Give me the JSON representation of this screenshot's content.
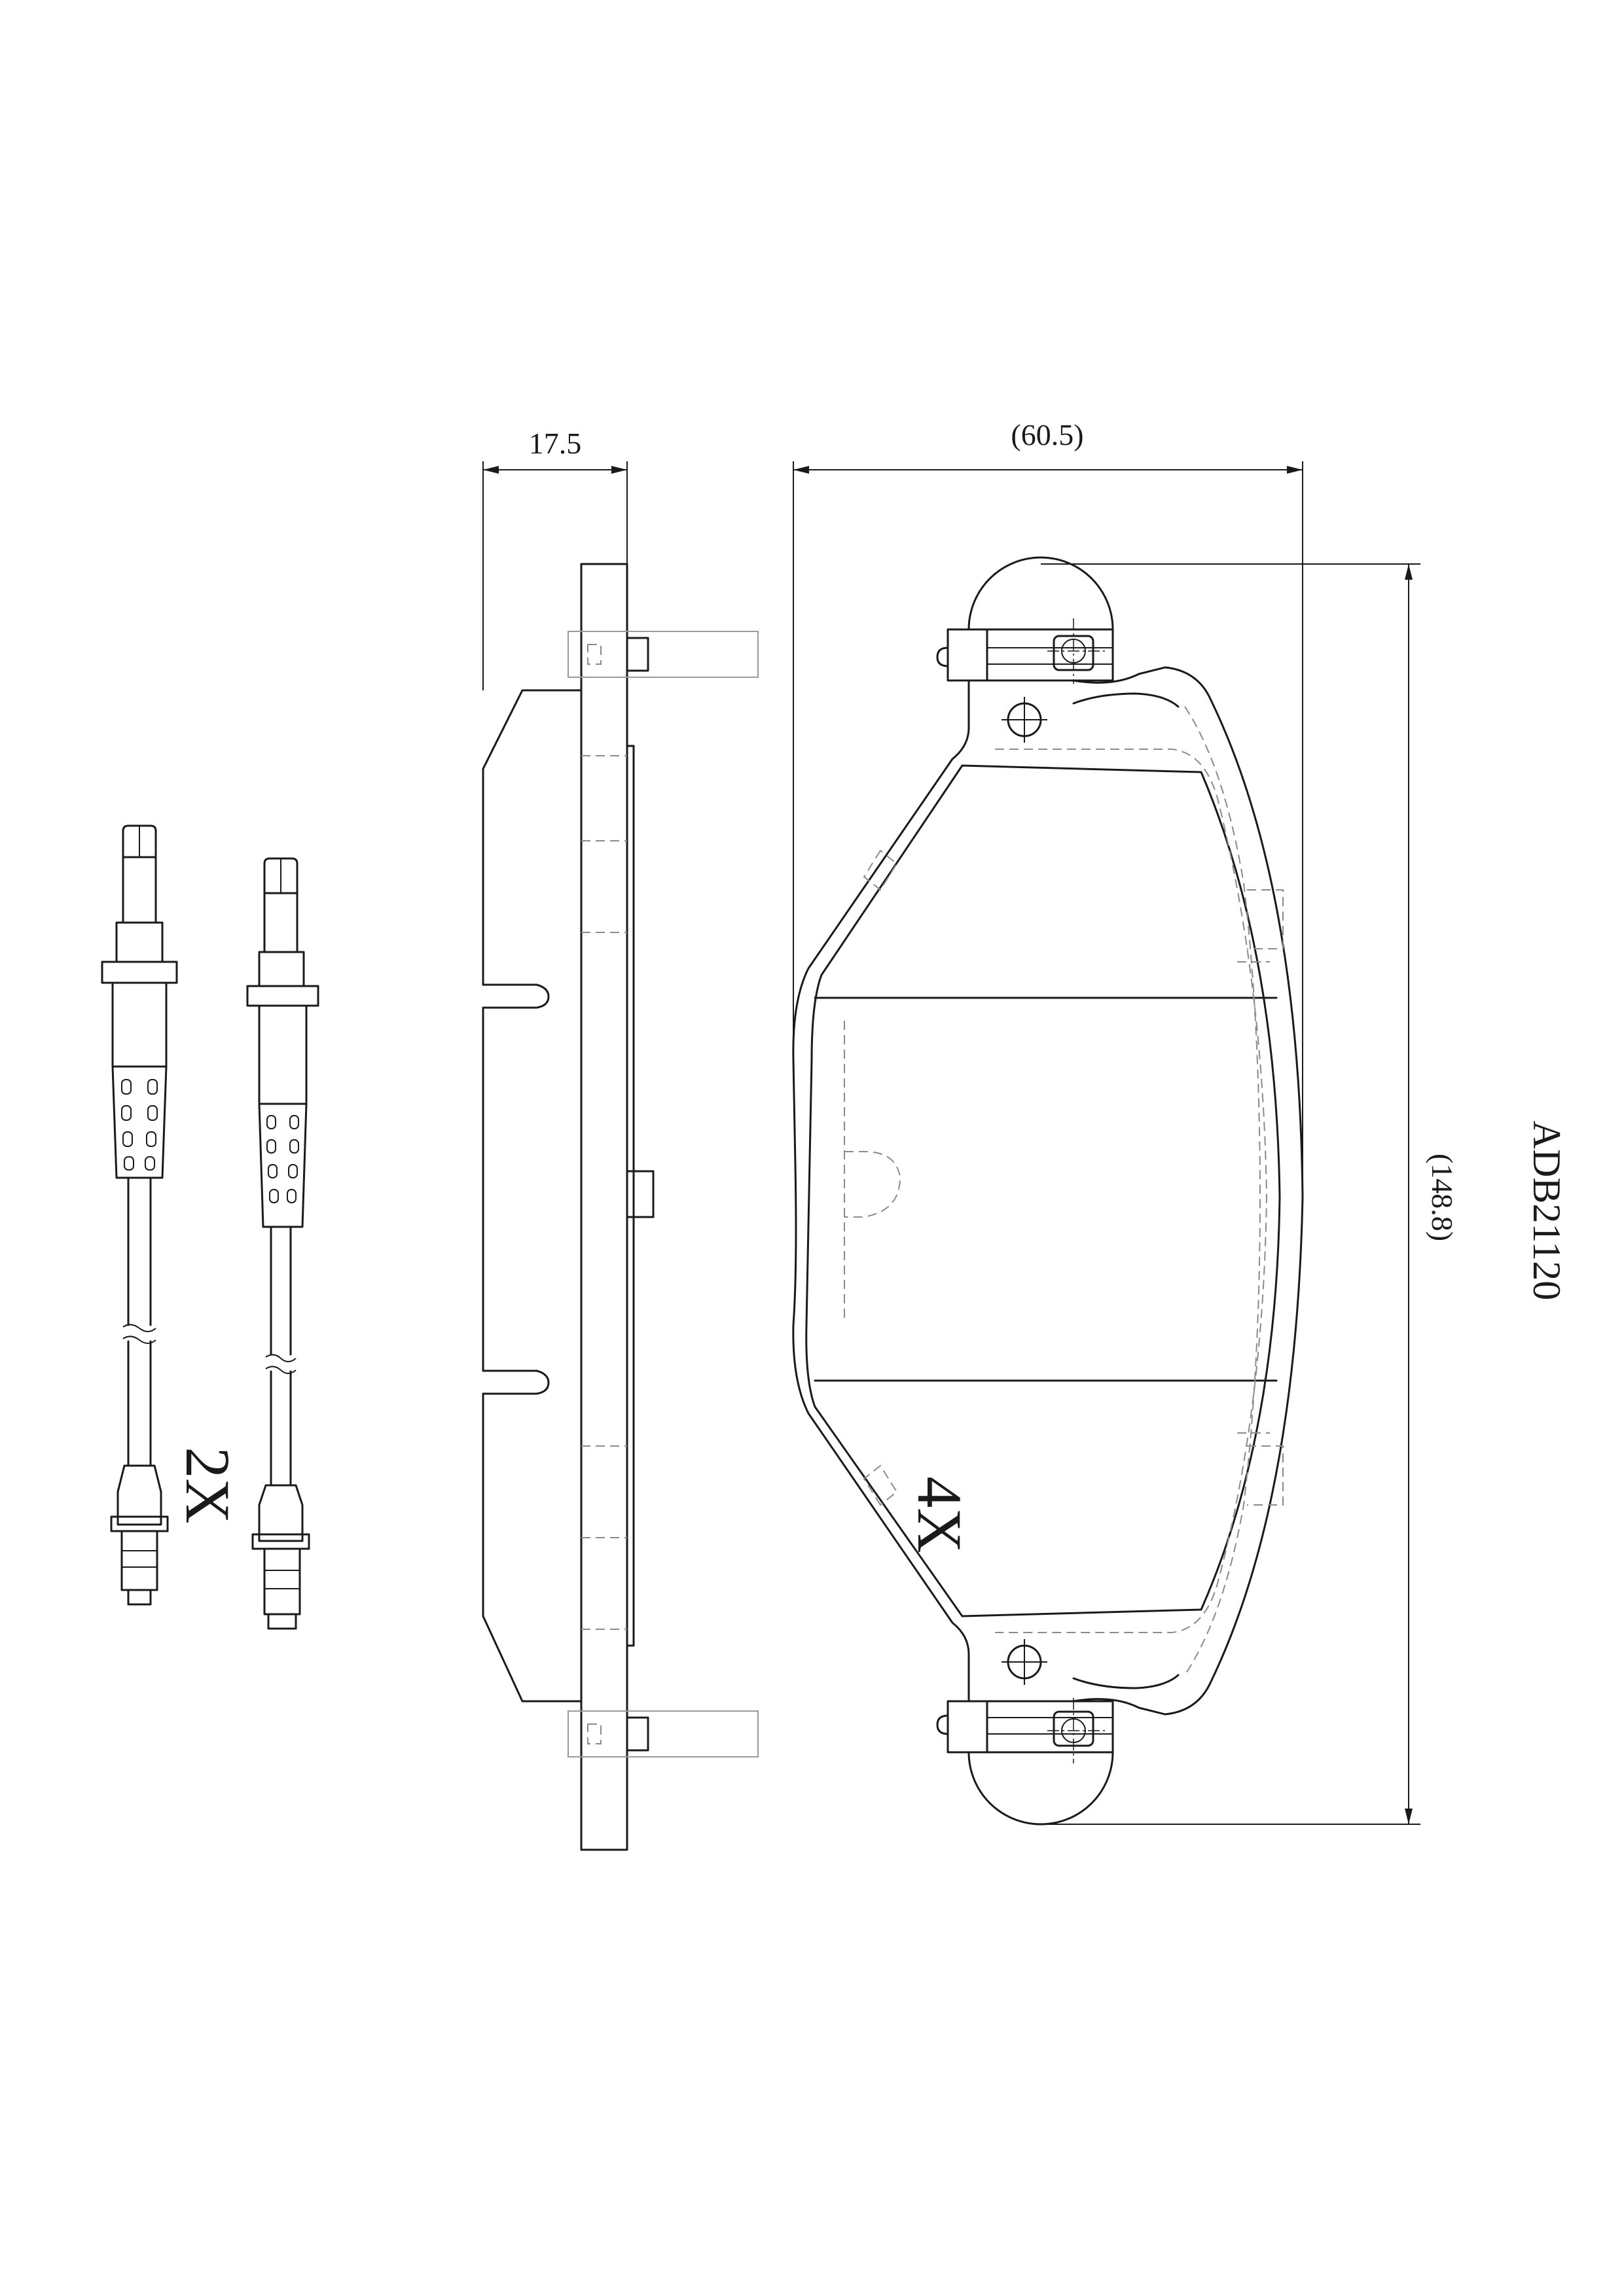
{
  "part_number": "ADB21120",
  "dimensions": {
    "thickness": "17.5",
    "width": "(60.5)",
    "length": "(148.8)"
  },
  "quantities": {
    "sensor_qty": "2X",
    "pad_qty": "4X"
  }
}
